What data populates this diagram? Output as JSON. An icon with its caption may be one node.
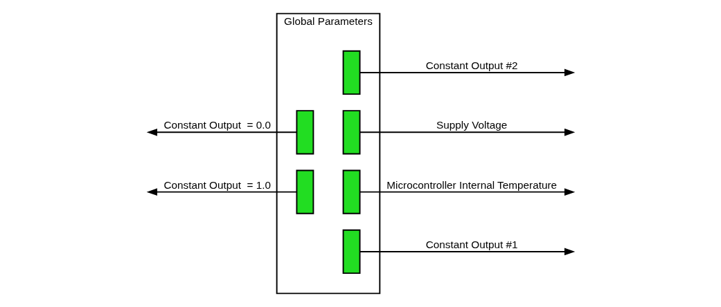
{
  "diagram": {
    "nodes": [
      {
        "text": [
          "Global Parameters"
        ]
      },
      {
        "text": [],
        "shape": "box",
        "in": 0
      },
      {
        "text": [],
        "shape": "box",
        "in": 0
      },
      {
        "text": [],
        "shape": "box",
        "in": 0
      },
      {
        "text": [],
        "shape": "box",
        "in": 0
      },
      {
        "text": [],
        "shape": "box",
        "in": 0
      },
      {
        "text": [],
        "shape": "box",
        "in": 0
      }
    ],
    "edges": [
      {
        "from": 1,
        "to": null,
        "arrow": "to",
        "label": "Constant Output  = 0.0"
      },
      {
        "from": 2,
        "to": null,
        "arrow": "to",
        "label": "Constant Output  = 1.0"
      },
      {
        "from": 3,
        "to": null,
        "arrow": "to",
        "label": "Supply Voltage"
      },
      {
        "from": 4,
        "to": null,
        "arrow": "to",
        "label": "Microcontroller Internal Temperature"
      },
      {
        "from": 5,
        "to": null,
        "arrow": "to",
        "label": "Constant Output #1"
      },
      {
        "from": 6,
        "to": null,
        "arrow": "to",
        "label": "Constant Output #2"
      }
    ]
  }
}
